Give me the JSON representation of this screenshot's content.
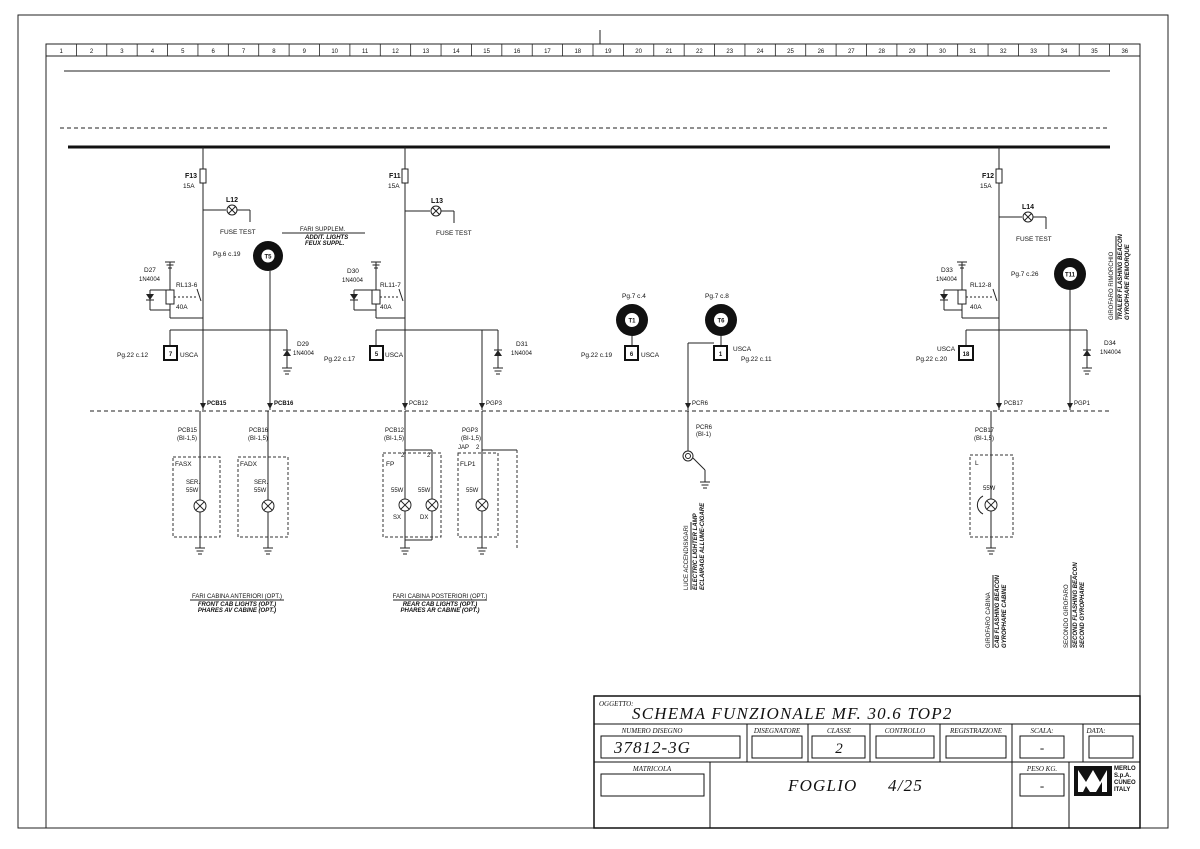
{
  "columns": [
    "1",
    "2",
    "3",
    "4",
    "5",
    "6",
    "7",
    "8",
    "9",
    "10",
    "11",
    "12",
    "13",
    "14",
    "15",
    "16",
    "17",
    "18",
    "19",
    "20",
    "21",
    "22",
    "23",
    "24",
    "25",
    "26",
    "27",
    "28",
    "29",
    "30",
    "31",
    "32",
    "33",
    "34",
    "35",
    "36"
  ],
  "circuits": [
    {
      "fuse": "F13",
      "fuse_rating": "15A",
      "lamp": "L12",
      "lamp_text": "FUSE TEST",
      "diode": "D27",
      "diode_type": "1N4004",
      "relay": "RL13-6",
      "relay_rating": "40A",
      "connector": "7",
      "connector_label": "USCA",
      "connector_ref": "Pg.22 c.12",
      "switch_ref": "Pg.6 c.19",
      "switch_label": "T5",
      "header_lines": [
        "FARI SUPPLEM.",
        "ADDIT. LIGHTS",
        "FEUX SUPPL."
      ],
      "diode2": "D29",
      "diode2_type": "1N4004",
      "wire1": "PCB15",
      "wire2": "PCB16",
      "wire1_spec": "PCB15",
      "wire1_sub": "(BI-1,5)",
      "wire2_spec": "PCB16",
      "wire2_sub": "(BI-1,5)",
      "lamp1_name": "FASX",
      "lamp1_t1": "SER.",
      "lamp1_t2": "55W",
      "lamp2_name": "FADX",
      "lamp2_t1": "SER.",
      "lamp2_t2": "55W",
      "footer_lines": [
        "FARI CABINA ANTERIORI (OPT.)",
        "FRONT CAB LIGHTS (OPT.)",
        "PHARES AV CABINE (OPT.)"
      ]
    },
    {
      "fuse": "F11",
      "fuse_rating": "15A",
      "lamp": "L13",
      "lamp_text": "FUSE TEST",
      "diode": "D30",
      "diode_type": "1N4004",
      "relay": "RL11-7",
      "relay_rating": "40A",
      "connector": "5",
      "connector_label": "USCA",
      "connector_ref": "Pg.22 c.17",
      "diode2": "D31",
      "diode2_type": "1N4004",
      "wire1": "PCB12",
      "wire2": "PGP3",
      "wire1_spec": "PCB12",
      "wire1_sub": "(BI-1,5)",
      "wire2_spec": "PGP3",
      "wire2_sub": "(BI-1,5)",
      "jap": "JAP",
      "lamp1_name": "FP",
      "lamp1_t1": "55W",
      "lamp1_t2": "SX",
      "lamp1b_t1": "55W",
      "lamp1b_t2": "DX",
      "lamp2_name": "FLP1",
      "lamp2_t1": "55W",
      "pin": "2",
      "footer_lines": [
        "FARI CABINA POSTERIORI (OPT.)",
        "REAR CAB LIGHTS (OPT.)",
        "PHARES AR CABINE (OPT.)"
      ]
    },
    {
      "switch_a_ref": "Pg.7 c.4",
      "switch_a_label": "T1",
      "switch_b_ref": "Pg.7 c.8",
      "switch_b_label": "T6",
      "conn_a": "6",
      "conn_a_label": "USCA",
      "conn_a_ref": "Pg.22 c.19",
      "conn_b": "1",
      "conn_b_label": "USCA",
      "conn_b_ref": "Pg.22 c.11",
      "wire": "PCR6",
      "wire_spec": "PCR6",
      "wire_sub": "(BI-1)",
      "vert_lines": [
        "LUCE ACCENDISIGARI",
        "ELECTRIC LIGHTER LAMP",
        "ECLAIRAGE ALLUME-CIGARE"
      ]
    },
    {
      "fuse": "F12",
      "fuse_rating": "15A",
      "lamp": "L14",
      "lamp_text": "FUSE TEST",
      "diode": "D33",
      "diode_type": "1N4004",
      "relay": "RL12-8",
      "relay_rating": "40A",
      "connector": "18",
      "connector_label": "USCA",
      "connector_ref": "Pg.22 c.20",
      "switch_ref": "Pg.7 c.26",
      "switch_label": "T11",
      "diode2": "D34",
      "diode2_type": "1N4004",
      "wire1": "PCB17",
      "wire2": "PGP1",
      "wire1_spec": "PCB17",
      "wire1_sub": "(BI-1,5)",
      "lamp1_name": "L",
      "lamp1_t1": "55W",
      "side_vert": [
        "GIROFARO RIMORCHIO",
        "TRAILER FLASHING BEACON",
        "GYROPHARE REMORQUE"
      ],
      "foot_vert_a": [
        "GIROFARO CABINA",
        "CAB FLASHING BEACON",
        "GYROPHARE CABINE"
      ],
      "foot_vert_b": [
        "SECONDO GIROFARO",
        "SECOND FLASHING BEACON",
        "SECOND GYROPHARE"
      ]
    }
  ],
  "title_block": {
    "oggetto_label": "OGGETTO:",
    "title": "SCHEMA FUNZIONALE MF. 30.6 TOP2",
    "numero_label": "NUMERO DISEGNO",
    "numero": "37812-3G",
    "disegnatore_label": "DISEGNATORE",
    "classe_label": "CLASSE",
    "classe": "2",
    "controllo_label": "CONTROLLO",
    "registrazione_label": "REGISTRAZIONE",
    "scala_label": "SCALA:",
    "scala": "-",
    "data_label": "DATA:",
    "matricola_label": "MATRICOLA",
    "foglio": "FOGLIO",
    "foglio_num": "4/25",
    "peso_label": "PESO KG.",
    "peso": "-",
    "company": [
      "MERLO",
      "S.p.A.",
      "CUNEO",
      "ITALY"
    ]
  }
}
